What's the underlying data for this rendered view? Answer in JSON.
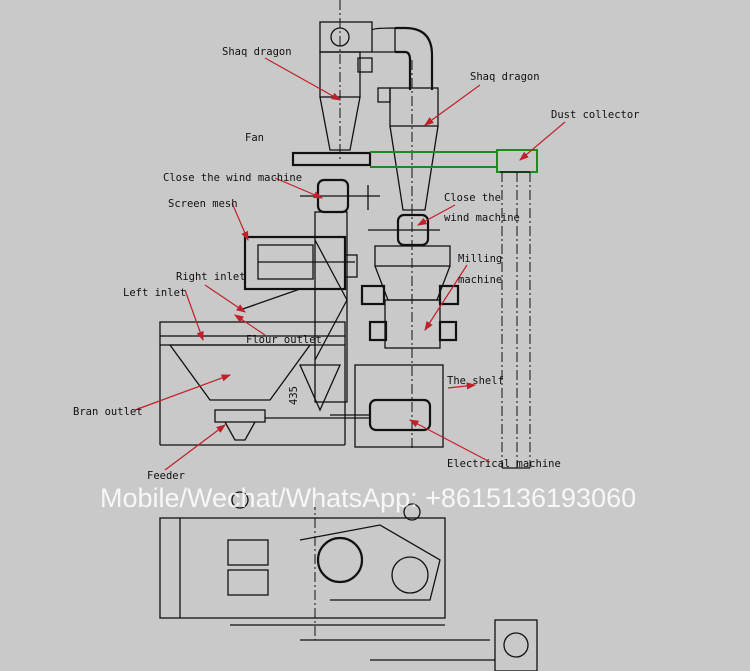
{
  "labels": {
    "cyclone_left": "Shaq dragon",
    "cyclone_right": "Shaq dragon",
    "dust_collector": "Dust collector",
    "fan": "Fan",
    "airlock_left": "Close the wind machine",
    "screen_mesh": "Screen mesh",
    "right_inlet": "Right inlet",
    "left_inlet": "Left inlet",
    "flour_outlet": "Flour outlet",
    "airlock_right_line1": "Close the",
    "airlock_right_line2": "wind machine",
    "milling_line1": "Milling",
    "milling_line2": "machine",
    "shelf": "The shelf",
    "bran_outlet": "Bran outlet",
    "electrical_machine": "Electrical machine",
    "feeder": "Feeder",
    "dimension": "435"
  },
  "watermark": "Mobile/Wechat/WhatsApp: +8615136193060",
  "colors": {
    "background": "#c9c9c9",
    "leader_arrow": "#c0202a",
    "duct": "#1f8a1f",
    "watermark": "#ffffff"
  }
}
